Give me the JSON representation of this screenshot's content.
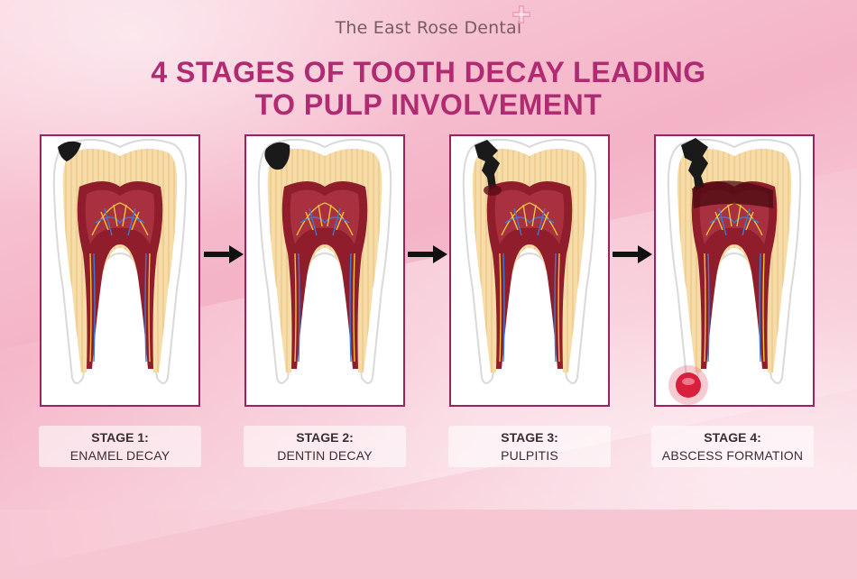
{
  "brand": {
    "name": "The East Rose Dental",
    "logo_icon": "rose-cross-logo"
  },
  "title": {
    "line1": "4 STAGES OF TOOTH DECAY LEADING",
    "line2": "TO PULP INVOLVEMENT"
  },
  "colors": {
    "title": "#b02b72",
    "panel_border": "#9b2260",
    "pulp": "#8f1d2b",
    "decay": "#1a1a1a"
  },
  "stages": [
    {
      "number": "STAGE 1:",
      "name": "ENAMEL DECAY"
    },
    {
      "number": "STAGE 2:",
      "name": "DENTIN DECAY"
    },
    {
      "number": "STAGE 3:",
      "name": "PULPITIS"
    },
    {
      "number": "STAGE 4:",
      "name": "ABSCESS FORMATION"
    }
  ]
}
